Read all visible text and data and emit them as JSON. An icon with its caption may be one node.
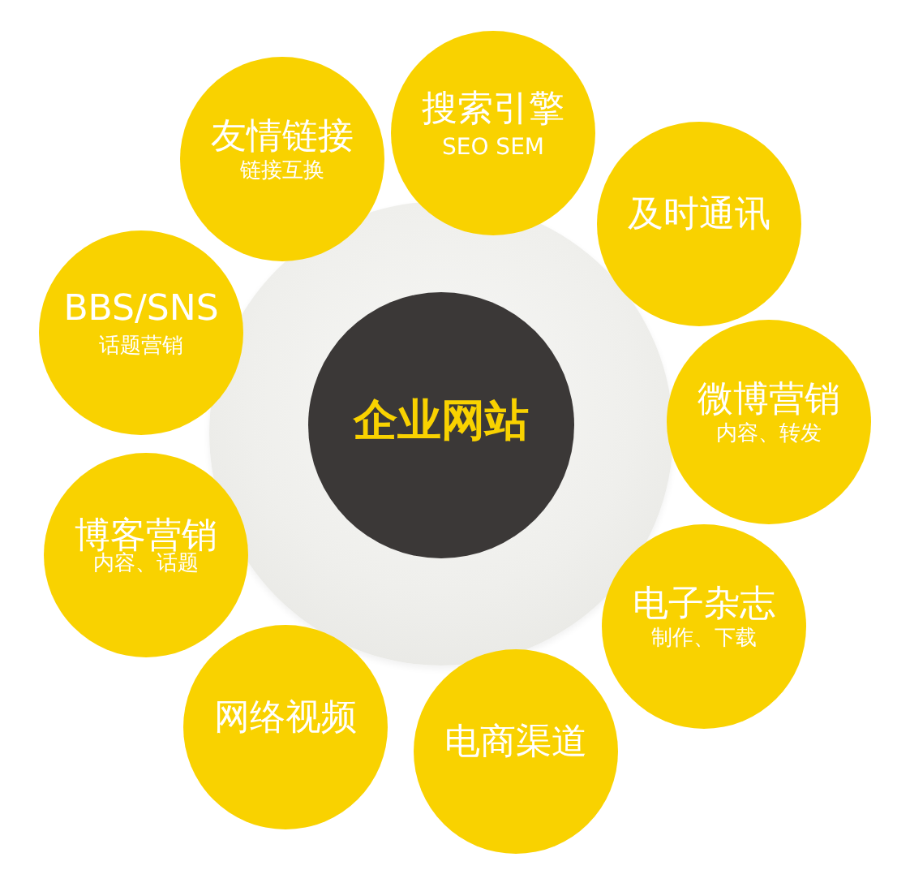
{
  "diagram": {
    "nodes": [
      {
        "text": [
          "企业网站"
        ]
      },
      {
        "text": [
          "搜索引擎",
          "SEO SEM"
        ]
      },
      {
        "text": [
          "及时通讯"
        ]
      },
      {
        "text": [
          "微博营销",
          "内容、转发"
        ]
      },
      {
        "text": [
          "电子杂志",
          "制作、下载"
        ]
      },
      {
        "text": [
          "电商渠道"
        ]
      },
      {
        "text": [
          "网络视频"
        ]
      },
      {
        "text": [
          "博客营销",
          "内容、话题"
        ]
      },
      {
        "text": [
          "BBS/SNS",
          "话题营销"
        ]
      },
      {
        "text": [
          "友情链接",
          "链接互换"
        ]
      }
    ]
  }
}
